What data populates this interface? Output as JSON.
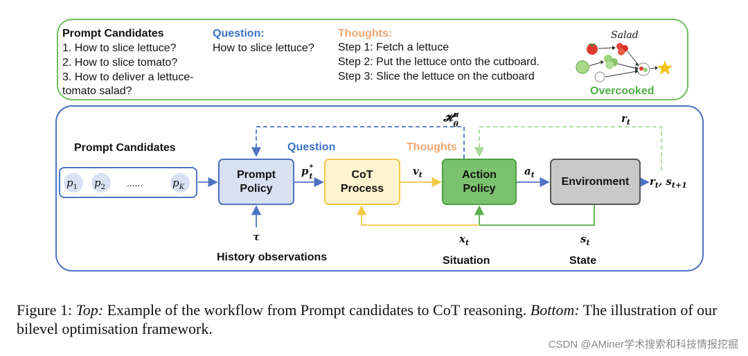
{
  "top": {
    "candidates_title": "Prompt Candidates",
    "candidates": [
      "1. How to slice lettuce?",
      "2. How to slice tomato?",
      "3. How to deliver a lettuce-",
      "tomato salad?"
    ],
    "question_title": "Question:",
    "question_text": "How to slice lettuce?",
    "thoughts_title": "Thoughts:",
    "steps": [
      "Step 1: Fetch a lettuce",
      "Step 2: Put the lettuce onto the cutboard.",
      "Step 3: Slice the lettuce on the cutboard"
    ],
    "salad_label": "Salad",
    "overcooked_label": "Overcooked"
  },
  "bottom": {
    "candidates_label": "Prompt Candidates",
    "p1": "p",
    "p1_sub": "1",
    "p2": "p",
    "p2_sub": "2",
    "dots": "......",
    "pk": "p",
    "pk_sub": "K",
    "prompt_policy": "Prompt Policy",
    "cot_process": "CoT Process",
    "action_policy": "Action Policy",
    "environment": "Environment",
    "question_label": "Question",
    "thoughts_label": "Thoughts",
    "h_label": "𝓗",
    "h_sup": "π",
    "h_sub": "θ",
    "r_label": "r",
    "r_sub": "t",
    "p_star": "p",
    "p_star_sup": "*",
    "p_star_sub": "t",
    "v_label": "v",
    "v_sub": "t",
    "a_label": "a",
    "a_sub": "t",
    "rs_label": "r",
    "rs_sub1": "t",
    "rs_comma": ", s",
    "rs_sub2": "t+1",
    "tau": "τ",
    "x_label": "x",
    "x_sub": "t",
    "s_label": "s",
    "s_sub": "t",
    "history": "History observations",
    "situation": "Situation",
    "state": "State"
  },
  "caption": {
    "fig": "Figure 1:",
    "top": "Top:",
    "part1": "Example of the workflow from Prompt candidates to CoT reasoning.",
    "bottom": "Bottom:",
    "the": "The",
    "part2": "illustration of our bilevel optimisation framework."
  },
  "watermark": "CSDN @AMiner学术搜索和科技情报挖掘",
  "colors": {
    "green": "#6dbd5b",
    "blue": "#4e73c2",
    "orange": "#f1a875",
    "yellow": "#f3c84a",
    "light_green": "#a7d79a"
  }
}
